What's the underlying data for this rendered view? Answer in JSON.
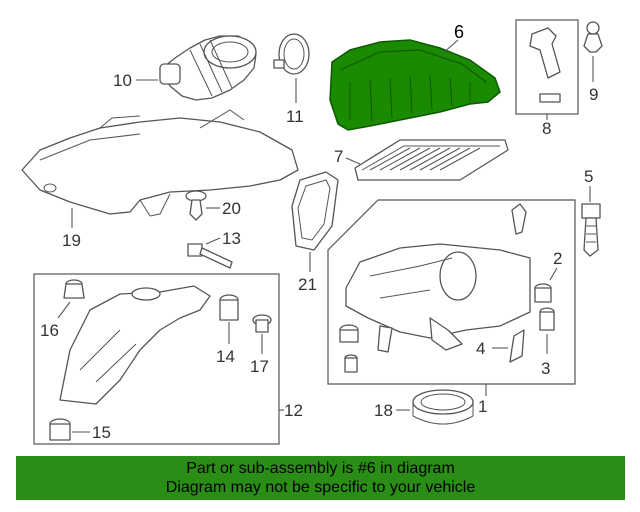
{
  "colors": {
    "highlight": "#1a8a00",
    "banner_bg": "#2a8d16",
    "stroke": "#555555"
  },
  "callouts": [
    {
      "id": "1",
      "label": "1"
    },
    {
      "id": "2",
      "label": "2"
    },
    {
      "id": "3",
      "label": "3"
    },
    {
      "id": "4",
      "label": "4"
    },
    {
      "id": "5",
      "label": "5"
    },
    {
      "id": "6",
      "label": "6"
    },
    {
      "id": "7",
      "label": "7"
    },
    {
      "id": "8",
      "label": "8"
    },
    {
      "id": "9",
      "label": "9"
    },
    {
      "id": "10",
      "label": "10"
    },
    {
      "id": "11",
      "label": "11"
    },
    {
      "id": "12",
      "label": "12"
    },
    {
      "id": "13",
      "label": "13"
    },
    {
      "id": "14",
      "label": "14"
    },
    {
      "id": "15",
      "label": "15"
    },
    {
      "id": "16",
      "label": "16"
    },
    {
      "id": "17",
      "label": "17"
    },
    {
      "id": "18",
      "label": "18"
    },
    {
      "id": "19",
      "label": "19"
    },
    {
      "id": "20",
      "label": "20"
    },
    {
      "id": "21",
      "label": "21"
    }
  ],
  "highlighted_part": "6",
  "banner": {
    "line1": "Part or sub-assembly is #6 in diagram",
    "line2": "Diagram may not be specific to your vehicle"
  }
}
